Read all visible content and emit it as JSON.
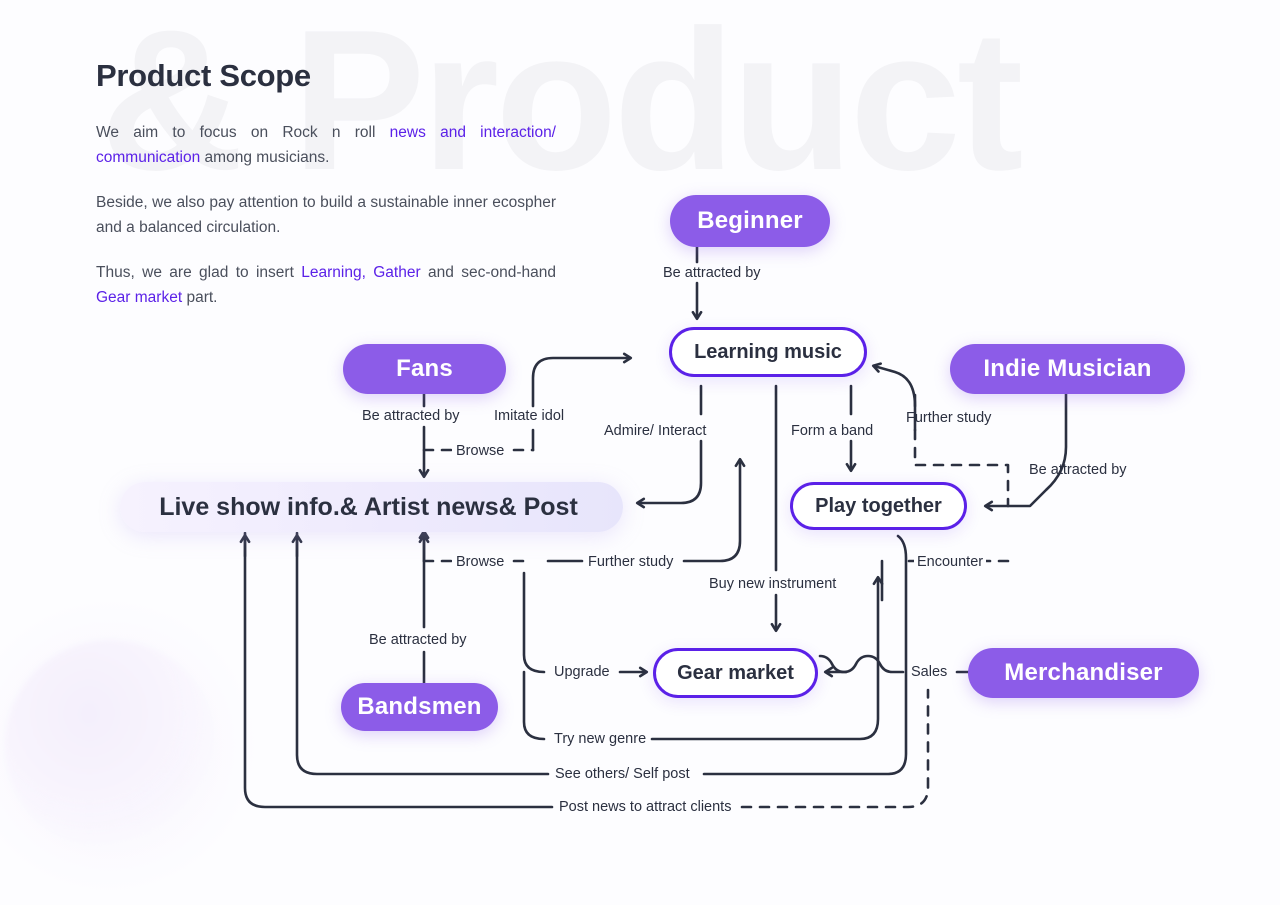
{
  "page": {
    "watermark": "& Product",
    "title": "Product Scope"
  },
  "intro": {
    "p1_a": "We aim to focus on Rock n roll ",
    "p1_hl": "news and interaction/ communication",
    "p1_b": " among musicians.",
    "p2": "Beside, we also pay attention to build a sustainable inner ecospher and a balanced  circulation.",
    "p3_a": "Thus, we are glad to insert ",
    "p3_hl1": "Learning, Gather",
    "p3_b": " and sec-ond-hand ",
    "p3_hl2": "Gear market",
    "p3_c": " part."
  },
  "colors": {
    "actor_fill": "#8c5ce8",
    "feature_border": "#5b21e8",
    "banner_fill": "#eeeafd",
    "ink": "#2b3040",
    "accent_text": "#5b21e8"
  },
  "diagram": {
    "type": "flow",
    "nodes": [
      {
        "id": "beginner",
        "label": "Beginner",
        "kind": "actor"
      },
      {
        "id": "fans",
        "label": "Fans",
        "kind": "actor"
      },
      {
        "id": "indie",
        "label": "Indie Musician",
        "kind": "actor"
      },
      {
        "id": "bandsmen",
        "label": "Bandsmen",
        "kind": "actor"
      },
      {
        "id": "merchandiser",
        "label": "Merchandiser",
        "kind": "actor"
      },
      {
        "id": "learning",
        "label": "Learning music",
        "kind": "feature"
      },
      {
        "id": "play",
        "label": "Play together",
        "kind": "feature"
      },
      {
        "id": "gear",
        "label": "Gear market",
        "kind": "feature"
      },
      {
        "id": "liveshow",
        "label": "Live show info.& Artist news& Post",
        "kind": "banner"
      }
    ],
    "edges": [
      {
        "id": "e1",
        "label": "Be attracted by",
        "from": "beginner",
        "to": "learning",
        "style": "solid"
      },
      {
        "id": "e2",
        "label": "Be attracted by",
        "from": "fans",
        "to": "liveshow",
        "style": "solid"
      },
      {
        "id": "e3",
        "label": "Imitate idol",
        "from": "fans",
        "to": "learning",
        "style": "solid"
      },
      {
        "id": "e4",
        "label": "Browse",
        "from": "fans",
        "to": "liveshow",
        "style": "dashed"
      },
      {
        "id": "e5",
        "label": "Admire/ Interact",
        "from": "learning",
        "to": "liveshow",
        "style": "solid"
      },
      {
        "id": "e6",
        "label": "Form a band",
        "from": "learning",
        "to": "play",
        "style": "solid"
      },
      {
        "id": "e7",
        "label": "Further study",
        "from": "indie",
        "to": "learning",
        "style": "solid"
      },
      {
        "id": "e8",
        "label": "Be attracted by",
        "from": "indie",
        "to": "play",
        "style": "solid"
      },
      {
        "id": "e9",
        "label": "Buy new instrument",
        "from": "learning",
        "to": "gear",
        "style": "solid"
      },
      {
        "id": "e10",
        "label": "Browse",
        "from": "liveshow",
        "to": "learning",
        "style": "dashed"
      },
      {
        "id": "e11",
        "label": "Further study",
        "from": "liveshow",
        "to": "learning",
        "style": "solid"
      },
      {
        "id": "e12",
        "label": "Be attracted by",
        "from": "bandsmen",
        "to": "liveshow",
        "style": "solid"
      },
      {
        "id": "e13",
        "label": "Upgrade",
        "from": "bandsmen",
        "to": "gear",
        "style": "solid"
      },
      {
        "id": "e14",
        "label": "Try new genre",
        "from": "bandsmen",
        "to": "play",
        "style": "solid"
      },
      {
        "id": "e15",
        "label": "Encounter",
        "from": "indie",
        "to": "play",
        "style": "dashed"
      },
      {
        "id": "e16",
        "label": "Sales",
        "from": "merchandiser",
        "to": "gear",
        "style": "solid"
      },
      {
        "id": "e17",
        "label": "See others/ Self post",
        "from": "play",
        "to": "liveshow",
        "style": "solid"
      },
      {
        "id": "e18",
        "label": "Post news to attract clients",
        "from": "merchandiser",
        "to": "liveshow",
        "style": "dashed"
      }
    ]
  }
}
